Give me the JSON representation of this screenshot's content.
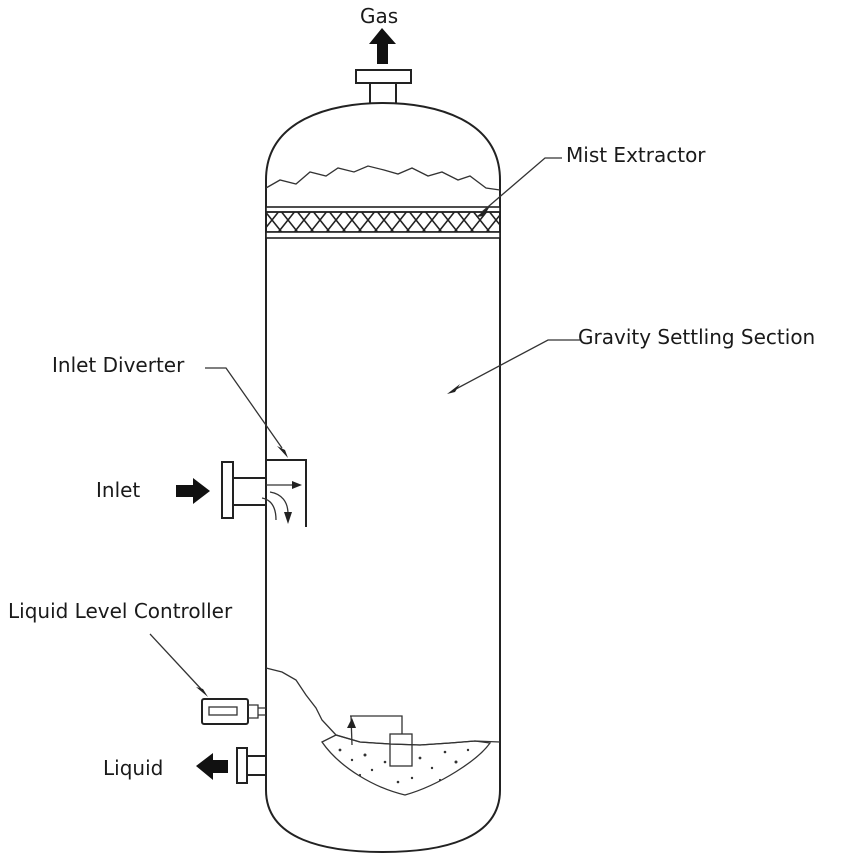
{
  "labels": {
    "gas": "Gas",
    "mist_extractor": "Mist Extractor",
    "gravity_settling_section": "Gravity Settling Section",
    "inlet_diverter": "Inlet Diverter",
    "inlet": "Inlet",
    "liquid_level_controller": "Liquid Level Controller",
    "liquid": "Liquid"
  }
}
